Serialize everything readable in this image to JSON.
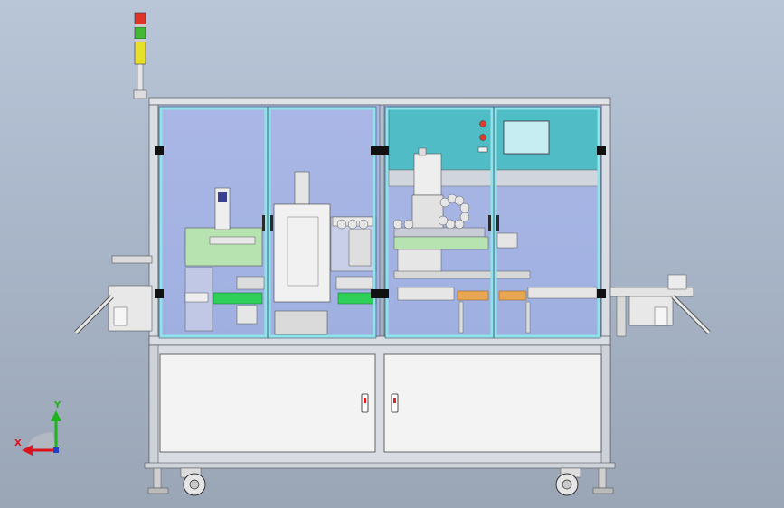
{
  "view": "cad-assembly-front",
  "axis_triad": {
    "x_label": "X",
    "y_label": "Y",
    "x_color": "#d9141f",
    "y_color": "#1fb31f",
    "z_color": "#2340c8"
  },
  "signal_tower": {
    "lights": [
      "red",
      "green",
      "yellow"
    ]
  },
  "colors": {
    "background_top": "#b9c6d8",
    "background_bottom": "#9aa6b6",
    "frame": "#d8dde3",
    "glass_door_edge": "#8fe3ea",
    "control_panel": "#4fbcc6",
    "hmi_screen": "#c6eef2",
    "cabinet_door": "#f3f3f3",
    "green_block": "#2fd05a",
    "orange_block": "#e8a650",
    "inner_blue": "#a6b4e4"
  }
}
